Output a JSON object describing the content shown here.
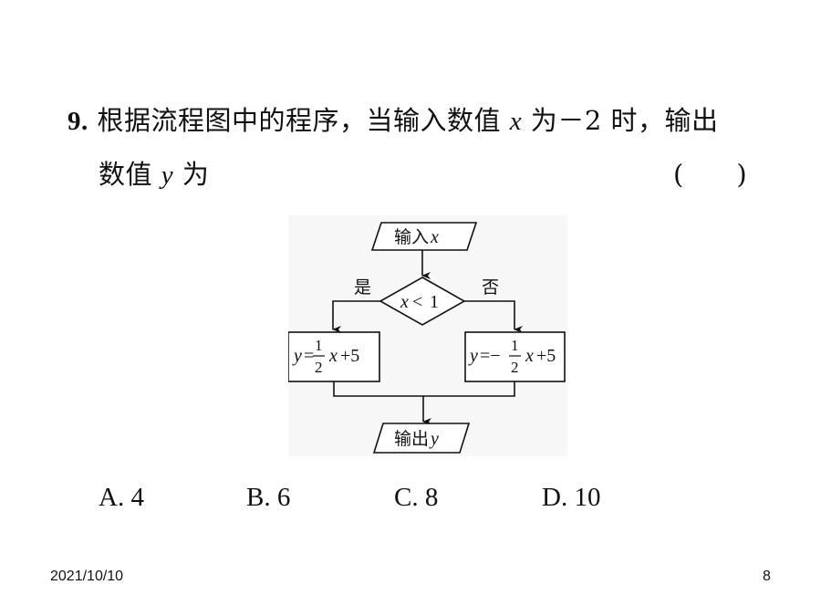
{
  "question": {
    "number": "9.",
    "line1_text": "根据流程图中的程序，当输入数值",
    "var_x": "x",
    "line1_mid": "为",
    "line1_value": "－2",
    "line1_end": "时，输出",
    "line2_text": "数值",
    "var_y": "y",
    "line2_end": "为",
    "answer_paren": "(　　)"
  },
  "flowchart": {
    "input_label": "输入",
    "input_var": "x",
    "decision_var": "x",
    "decision_op": "<",
    "decision_value": "1",
    "yes_label": "是",
    "no_label": "否",
    "left_box": {
      "y": "y",
      "eq": "=",
      "num": "1",
      "den": "2",
      "x": "x",
      "tail": "+5"
    },
    "right_box": {
      "y": "y",
      "eq": "=−",
      "num": "1",
      "den": "2",
      "x": "x",
      "tail": "+5"
    },
    "output_label": "输出",
    "output_var": "y"
  },
  "options": [
    {
      "label": "A. 4"
    },
    {
      "label": "B. 6"
    },
    {
      "label": "C. 8"
    },
    {
      "label": "D. 10"
    }
  ],
  "footer": {
    "date": "2021/10/10",
    "page": "8"
  }
}
